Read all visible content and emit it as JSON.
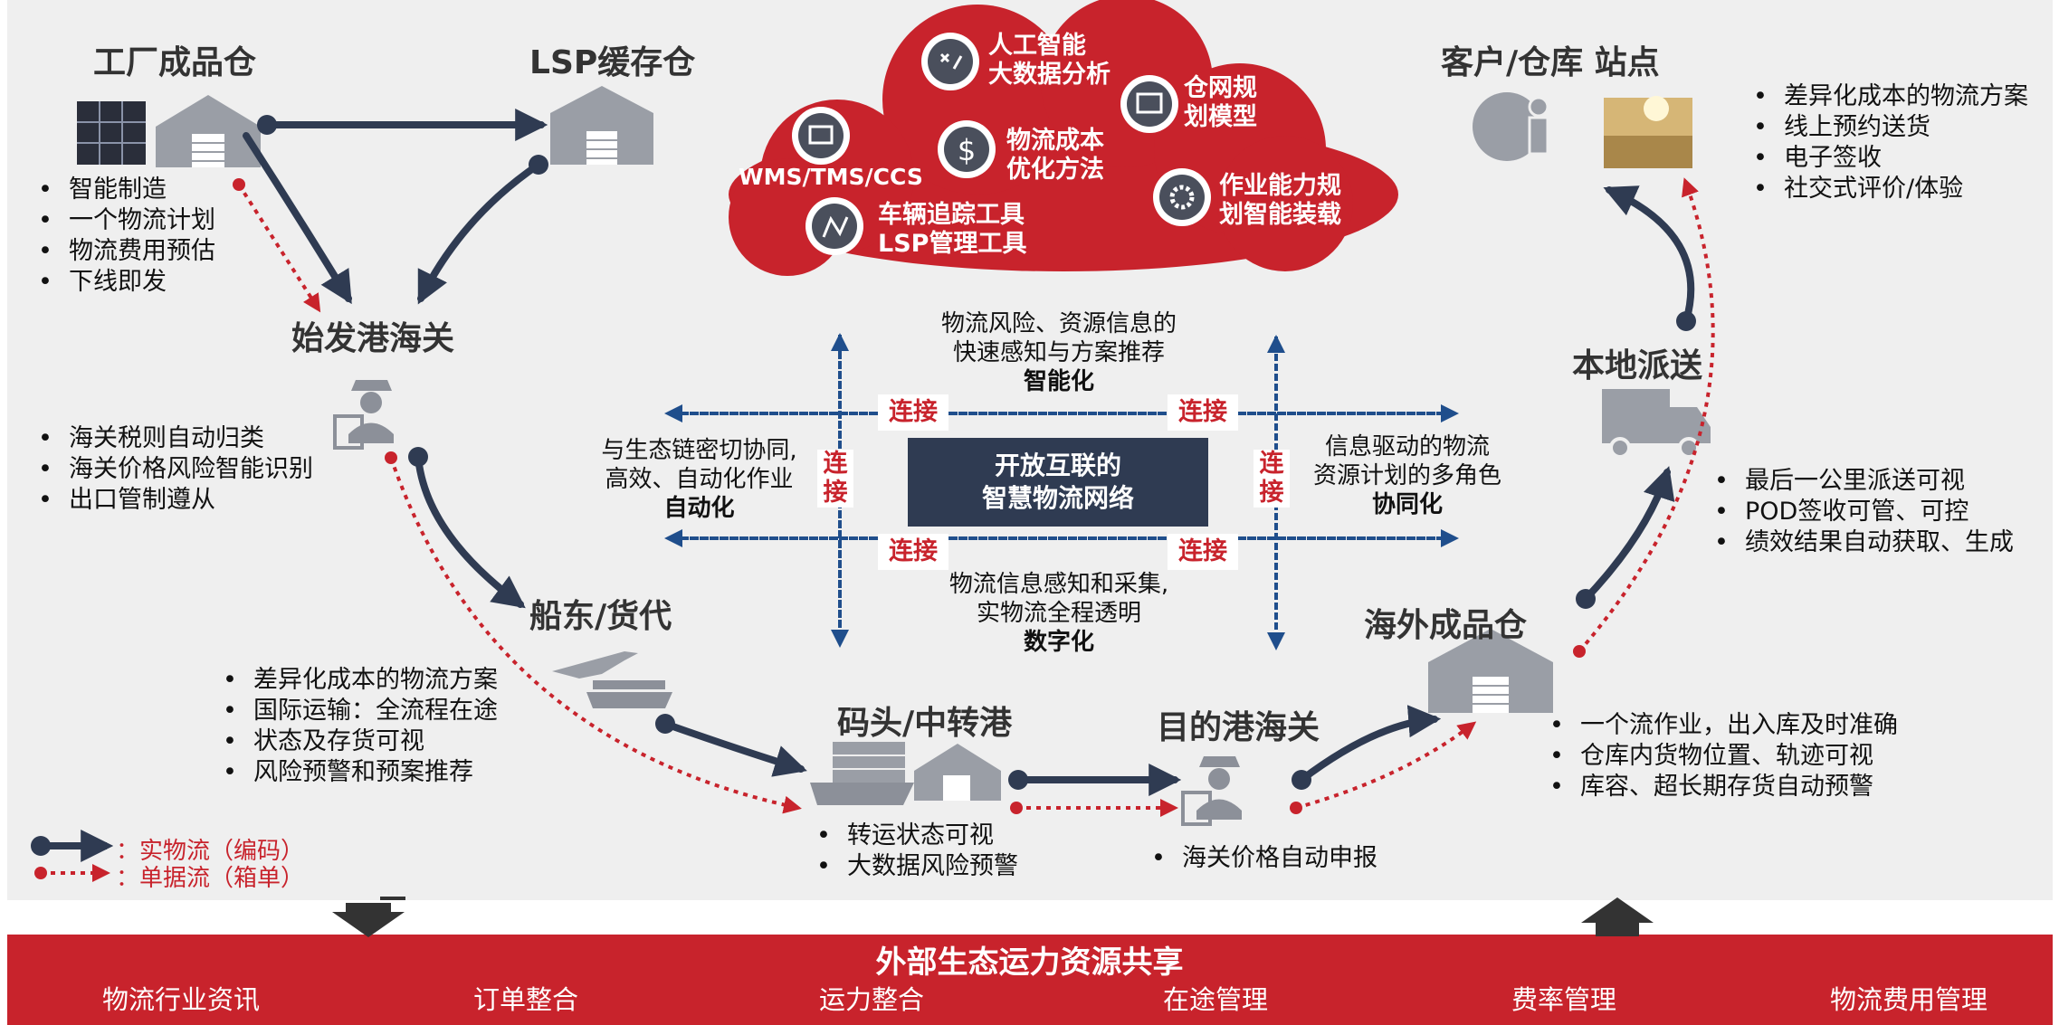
{
  "nodes": {
    "factory": "工厂成品仓",
    "lsp": "LSP缓存仓",
    "origin_customs": "始发港海关",
    "carrier": "船东/货代",
    "terminal": "码头/中转港",
    "dest_customs": "目的港海关",
    "overseas_wh": "海外成品仓",
    "local_delivery": "本地派送",
    "customer": "客户/仓库  站点"
  },
  "bullets": {
    "factory": [
      "智能制造",
      "一个物流计划",
      "物流费用预估",
      "下线即发"
    ],
    "origin_customs": [
      "海关税则自动归类",
      "海关价格风险智能识别",
      "出口管制遵从"
    ],
    "carrier": [
      "差异化成本的物流方案",
      "国际运输：全流程在途",
      "状态及存货可视",
      "风险预警和预案推荐"
    ],
    "terminal": [
      "转运状态可视",
      "大数据风险预警"
    ],
    "dest_customs": [
      "海关价格自动申报"
    ],
    "overseas_wh": [
      "一个流作业，出入库及时准确",
      "仓库内货物位置、轨迹可视",
      "库容、超长期存货自动预警"
    ],
    "local_delivery": [
      "最后一公里派送可视",
      "POD签收可管、可控",
      "绩效结果自动获取、生成"
    ],
    "customer": [
      "差异化成本的物流方案",
      "线上预约送货",
      "电子签收",
      "社交式评价/体验"
    ]
  },
  "cloud": {
    "ai": [
      "人工智能",
      "大数据分析"
    ],
    "wms": "WMS/TMS/CCS",
    "cost": [
      "物流成本",
      "优化方法"
    ],
    "network": [
      "仓网规",
      "划模型"
    ],
    "capacity": [
      "作业能力规",
      "划智能装载"
    ],
    "tracking": [
      "车辆追踪工具",
      "LSP管理工具"
    ]
  },
  "center": {
    "core": [
      "开放互联的",
      "智慧物流网络"
    ],
    "top": [
      "物流风险、资源信息的",
      "快速感知与方案推荐",
      "智能化"
    ],
    "left": [
      "与生态链密切协同,",
      "高效、自动化作业",
      "自动化"
    ],
    "right": [
      "信息驱动的物流",
      "资源计划的多角色",
      "协同化"
    ],
    "bottom": [
      "物流信息感知和采集,",
      "实物流全程透明",
      "数字化"
    ],
    "connect_label": "连接",
    "connect_v": [
      "连",
      "接"
    ]
  },
  "legend": {
    "physical": "：实物流（编码）",
    "document": "：单据流（箱单）"
  },
  "bottom": {
    "title": "外部生态运力资源共享",
    "items": [
      "物流行业资讯",
      "订单整合",
      "运力整合",
      "在途管理",
      "费率管理",
      "物流费用管理"
    ]
  },
  "colors": {
    "accent_red": "#c8232c",
    "navy": "#2f3b52",
    "dotted_blue": "#1f4e8c",
    "background": "#efefef"
  }
}
